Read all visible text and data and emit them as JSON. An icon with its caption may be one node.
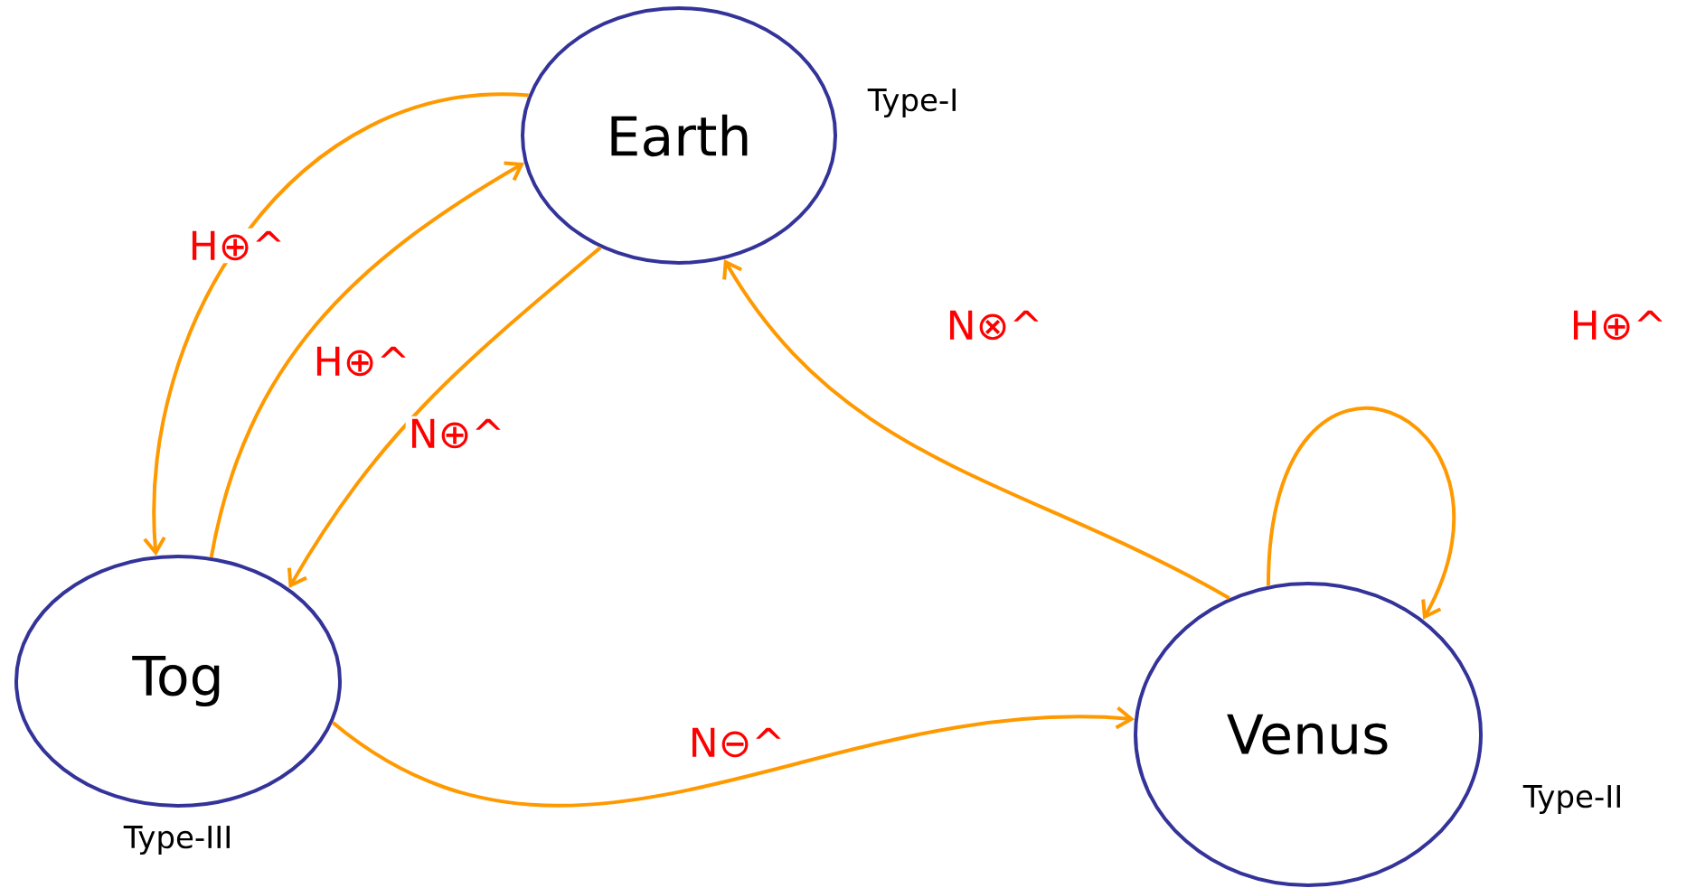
{
  "diagram": {
    "nodes": [
      {
        "text": [
          "Earth"
        ],
        "beside": [
          "Type-I"
        ]
      },
      {
        "text": [
          "Tog"
        ],
        "beside": [
          "Type-III"
        ]
      },
      {
        "text": [
          "Venus"
        ],
        "beside": [
          "Type-II"
        ]
      }
    ],
    "edges": [
      {
        "from": 0,
        "to": 1,
        "arrow": "to",
        "label": "H⊕^"
      },
      {
        "from": 1,
        "to": 0,
        "arrow": "to",
        "label": "H⊕^"
      },
      {
        "from": 0,
        "to": 1,
        "arrow": "to",
        "label": "N⊕^"
      },
      {
        "from": 2,
        "to": 0,
        "arrow": "to",
        "label": "N⊗^"
      },
      {
        "from": 1,
        "to": 2,
        "arrow": "to",
        "label": "N⊖^"
      },
      {
        "from": 2,
        "to": 2,
        "arrow": "to",
        "label": "H⊕^"
      }
    ]
  }
}
